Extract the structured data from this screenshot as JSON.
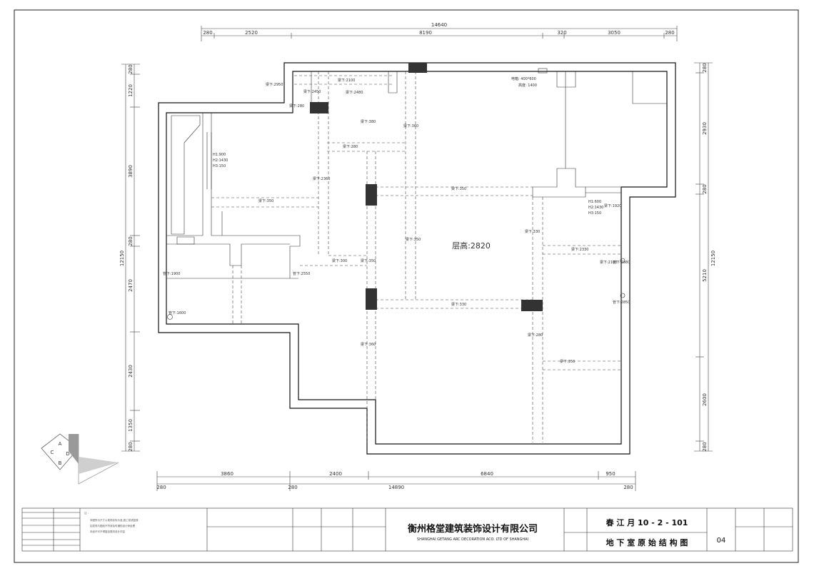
{
  "dimensions": {
    "top_total": "14640",
    "top": [
      "280",
      "2520",
      "8190",
      "320",
      "3050",
      "280"
    ],
    "bottom": [
      "3860",
      "2400",
      "6840",
      "950"
    ],
    "bottom_total": "14890",
    "bottom_edges": [
      "280",
      "280",
      "280"
    ],
    "left": [
      "280",
      "1220",
      "3890",
      "280",
      "12150",
      "2470",
      "2430",
      "1350",
      "280"
    ],
    "right": [
      "280",
      "2930",
      "280",
      "12150",
      "5210",
      "2600",
      "280"
    ]
  },
  "room_label": "层高:2820",
  "beam_labels": [
    {
      "id": "a",
      "text": "梁下:2950"
    },
    {
      "id": "b",
      "text": "梁下:2100"
    },
    {
      "id": "c",
      "text": "梁下:2450"
    },
    {
      "id": "d",
      "text": "梁下:2480"
    },
    {
      "id": "e",
      "text": "梁下:280"
    },
    {
      "id": "f",
      "text": "梁下:380"
    },
    {
      "id": "g",
      "text": "梁下:360"
    },
    {
      "id": "h",
      "text": "梁下:280"
    },
    {
      "id": "i",
      "text": "梁下:2360"
    },
    {
      "id": "j",
      "text": "梁下:350"
    },
    {
      "id": "k",
      "text": "梁下:350"
    },
    {
      "id": "l",
      "text": "梁下:350"
    },
    {
      "id": "m",
      "text": "梁下:330"
    },
    {
      "id": "n",
      "text": "梁下:300"
    },
    {
      "id": "o",
      "text": "梁下:350"
    },
    {
      "id": "p",
      "text": "梁下:1920"
    },
    {
      "id": "q",
      "text": "梁下:2330"
    },
    {
      "id": "r",
      "text": "梁下:330"
    },
    {
      "id": "s",
      "text": "管下:1900"
    },
    {
      "id": "t",
      "text": "管下:2550"
    },
    {
      "id": "u",
      "text": "管下:1600"
    },
    {
      "id": "v",
      "text": "梁下:360"
    },
    {
      "id": "w",
      "text": "梁下:280"
    },
    {
      "id": "x",
      "text": "梁下:350"
    },
    {
      "id": "y",
      "text": "梁下:2100"
    },
    {
      "id": "z",
      "text": "管下:2880"
    },
    {
      "id": "aa",
      "text": "管下:2850"
    }
  ],
  "window_labels": [
    {
      "id": "w1",
      "lines": [
        "H1:900",
        "H2:1430",
        "H3:150"
      ]
    },
    {
      "id": "w2",
      "lines": [
        "H1:600",
        "H2:1430",
        "H3:150"
      ]
    }
  ],
  "meter_label": [
    "电箱: 400*600",
    "高度: 1400"
  ],
  "logo_letters": [
    "A",
    "C",
    "D",
    "B"
  ],
  "title_block": {
    "company_cn": "衡州格堂建筑装饰设计有限公司",
    "company_en": "SHANGHAI GETANG ARC DECORATION  ACO. LTD OF SHANGHAI",
    "project": "春 江 月 10 - 2 - 101",
    "drawing": "地 下 室 原 始 结 构 图",
    "sheet_no": "04"
  }
}
